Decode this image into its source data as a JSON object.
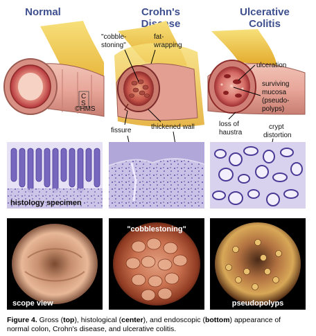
{
  "headers": {
    "normal": "Normal",
    "crohns_line1": "Crohn's",
    "crohns_line2": "Disease",
    "uc_line1": "Ulcerative",
    "uc_line2": "Colitis"
  },
  "annotations": {
    "cobble_line1": "\"cobble-",
    "cobble_line2": "stoning\"",
    "fat_line1": "fat-",
    "fat_line2": "wrapping",
    "ulceration": "ulceration",
    "surviving_line1": "surviving",
    "surviving_line2": "mucosa",
    "surviving_line3": "(pseudo-",
    "surviving_line4": "polyps)",
    "fissure": "fissure",
    "thickened_wall": "thickened wall",
    "loss_line1": "loss of",
    "loss_line2": "haustra",
    "crypt_line1": "crypt",
    "crypt_line2": "distortion",
    "seal_c": "C",
    "seal_s": "S",
    "seal_text": "©HMS"
  },
  "panel_labels": {
    "histology": "histology specimen",
    "cobblestoning_scope": "\"cobblestoning\"",
    "scope_view": "scope view",
    "pseudopolyps": "pseudopolyps"
  },
  "caption": {
    "fig": "Figure 4.",
    "t1": " Gross (",
    "top": "top",
    "t2": "), histological (",
    "center": "center",
    "t3": "), and endoscopic (",
    "bottom": "bottom",
    "t4": ") appearance of",
    "line2": "normal colon, Crohn's disease, and ulcerative colitis."
  },
  "colors": {
    "header": "#3d4f8e",
    "tissue_pink": "#e8a79a",
    "mucosa_red": "#b5343a",
    "fat_yellow": "#f0c842",
    "histo_purple": "#6d5fb0",
    "scope_bg": "#000000"
  }
}
